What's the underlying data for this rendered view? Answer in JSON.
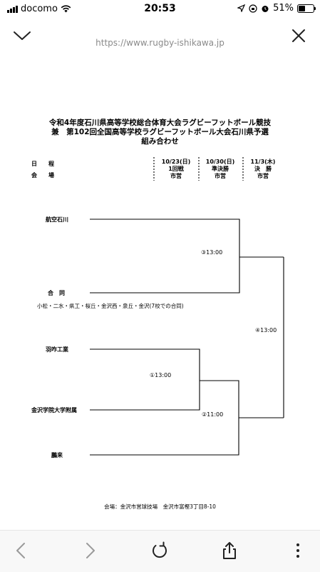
{
  "status_bar": {
    "carrier": "docomo",
    "time": "20:53",
    "battery": "51%",
    "battery_level": 0.51
  },
  "browser": {
    "url": "https://www.rugby-ishikawa.jp"
  },
  "document": {
    "title_lines": [
      "令和4年度石川県高等学校総合体育大会ラグビーフットボール競技",
      "兼　第102回全国高等学校ラグビーフットボール大会石川県予選",
      "組み合わせ"
    ],
    "schedule_label": "日　　程",
    "venue_label": "会　　場",
    "schedule": [
      {
        "date": "10/23(日)",
        "round": "1回戦",
        "venue": "市営"
      },
      {
        "date": "10/30(日)",
        "round": "準決勝",
        "venue": "市営"
      },
      {
        "date": "11/3(木)",
        "round": "決　勝",
        "venue": "市営"
      }
    ],
    "teams": [
      "航空石川",
      "合　同",
      "羽咋工業",
      "金沢学院大学附属",
      "鵬来"
    ],
    "joint_note": "小松・二水・県工・桜丘・金沢西・泉丘・金沢(7校での合同)",
    "matches": [
      "①13:00",
      "②11:00",
      "③13:00",
      "④13:00"
    ],
    "venue_note": "会場：金沢市営球技場　金沢市富樫3丁目8-10"
  }
}
